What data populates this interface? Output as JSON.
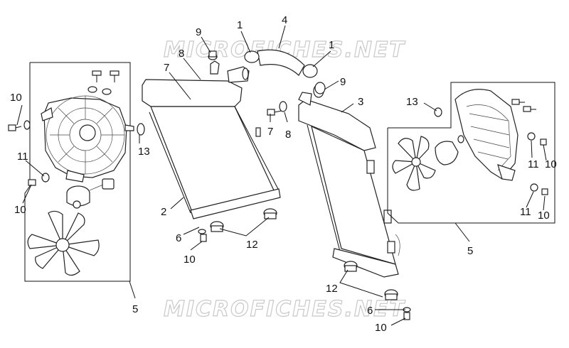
{
  "watermark": {
    "top": "MICROFICHES.NET",
    "bottom": "MICROFICHES.NET"
  },
  "callouts": {
    "c1a": "1",
    "c1b": "1",
    "c2": "2",
    "c3": "3",
    "c4": "4",
    "c5a": "5",
    "c5b": "5",
    "c6a": "6",
    "c6b": "6",
    "c7a": "7",
    "c7b": "7",
    "c8a": "8",
    "c8b": "8",
    "c9a": "9",
    "c9b": "9",
    "c10a": "10",
    "c10b": "10",
    "c10c": "10",
    "c10d": "10",
    "c10e": "10",
    "c10f": "10",
    "c11a": "11",
    "c11b": "11",
    "c11c": "11",
    "c12a": "12",
    "c12b": "12",
    "c13a": "13",
    "c13b": "13"
  },
  "colors": {
    "line": "#111111",
    "watermark": "#c9c9c9",
    "background": "#ffffff"
  }
}
